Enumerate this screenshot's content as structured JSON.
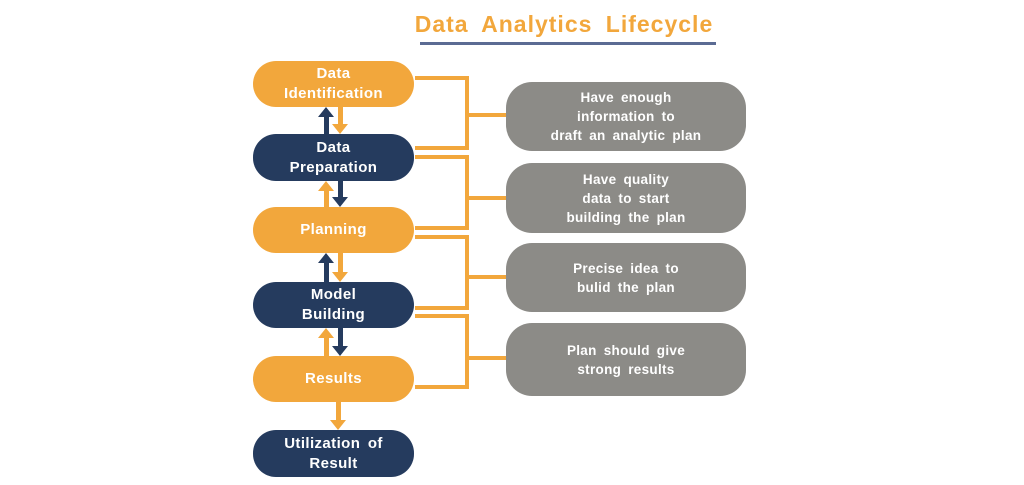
{
  "title": {
    "text": "Data Analytics Lifecycle"
  },
  "colors": {
    "orange": "#F2A73C",
    "navy": "#253B5E",
    "gray": "#8C8B87",
    "underline": "#5B6B93"
  },
  "stages": [
    {
      "label": "Data\nIdentification",
      "color": "orange"
    },
    {
      "label": "Data\nPreparation",
      "color": "navy"
    },
    {
      "label": "Planning",
      "color": "orange"
    },
    {
      "label": "Model\nBuilding",
      "color": "navy"
    },
    {
      "label": "Results",
      "color": "orange"
    },
    {
      "label": "Utilization of\nResult",
      "color": "navy"
    }
  ],
  "notes": [
    {
      "text": "Have enough\ninformation to\ndraft an analytic plan"
    },
    {
      "text": "Have quality\ndata to start\nbuilding the plan"
    },
    {
      "text": "Precise idea to\nbulid the plan"
    },
    {
      "text": "Plan should give\nstrong results"
    }
  ]
}
